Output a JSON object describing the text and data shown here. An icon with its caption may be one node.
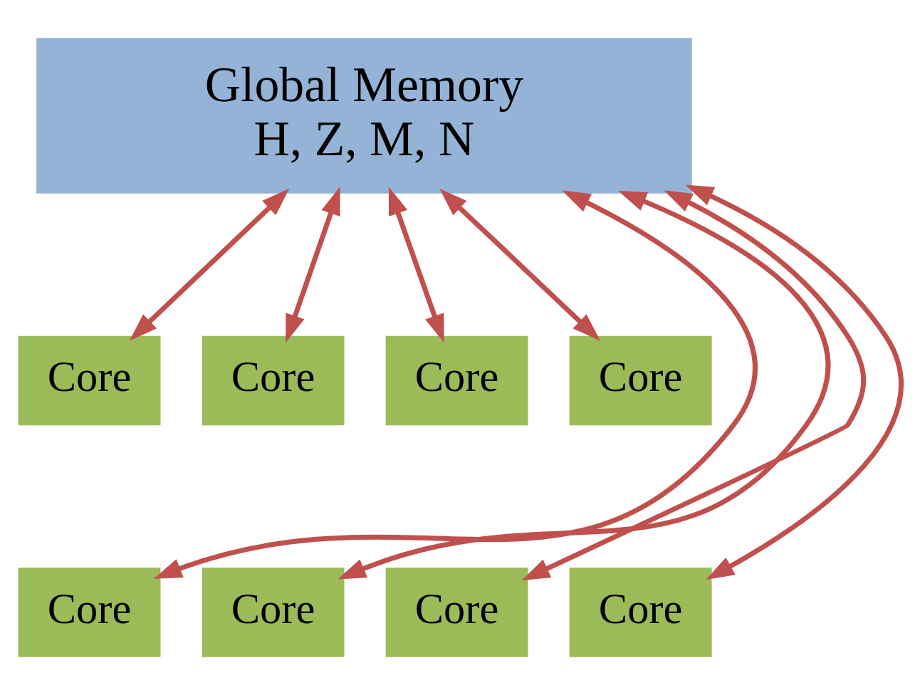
{
  "diagram": {
    "nodes": [
      {
        "text": [
          "Global Memory",
          "H, Z, M, N"
        ]
      },
      {
        "text": [
          "Core"
        ]
      },
      {
        "text": [
          "Core"
        ]
      },
      {
        "text": [
          "Core"
        ]
      },
      {
        "text": [
          "Core"
        ]
      },
      {
        "text": [
          "Core"
        ]
      },
      {
        "text": [
          "Core"
        ]
      },
      {
        "text": [
          "Core"
        ]
      },
      {
        "text": [
          "Core"
        ]
      }
    ],
    "edges": [
      {
        "from": 0,
        "to": 1,
        "arrow": "both"
      },
      {
        "from": 0,
        "to": 5,
        "arrow": "both"
      },
      {
        "from": 0,
        "to": 2,
        "arrow": "both"
      },
      {
        "from": 0,
        "to": 6,
        "arrow": "both"
      },
      {
        "from": 0,
        "to": 3,
        "arrow": "both"
      },
      {
        "from": 0,
        "to": 7,
        "arrow": "both"
      },
      {
        "from": 0,
        "to": 4,
        "arrow": "both"
      },
      {
        "from": 0,
        "to": 8,
        "arrow": "both"
      }
    ]
  }
}
